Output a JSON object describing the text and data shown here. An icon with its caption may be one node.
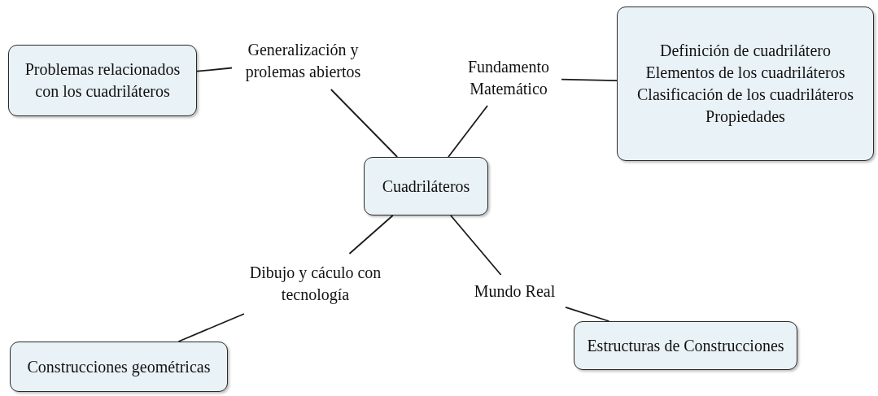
{
  "diagram": {
    "nodes": [
      {
        "text": [
          "Cuadriláteros"
        ]
      },
      {
        "text": [
          "Generalización y prolemas abiertos"
        ]
      },
      {
        "text": [
          "Fundamento Matemático"
        ]
      },
      {
        "text": [
          "Dibujo y cáculo con tecnología"
        ]
      },
      {
        "text": [
          "Mundo Real"
        ]
      },
      {
        "text": [
          "Problemas relacionados con los cuadriláteros"
        ]
      },
      {
        "text": [
          "Definición de cuadrilátero",
          "Elementos de los cuadriláteros",
          "Clasificación de los cuadriláteros",
          "Propiedades"
        ]
      },
      {
        "text": [
          "Estructuras de Construcciones"
        ]
      },
      {
        "text": [
          "Construcciones geométricas"
        ]
      }
    ],
    "edges": [
      {
        "from": 0,
        "to": 1,
        "arrow": "none"
      },
      {
        "from": 0,
        "to": 2,
        "arrow": "none"
      },
      {
        "from": 0,
        "to": 3,
        "arrow": "none"
      },
      {
        "from": 0,
        "to": 4,
        "arrow": "none"
      },
      {
        "from": 1,
        "to": 5,
        "arrow": "none"
      },
      {
        "from": 2,
        "to": 6,
        "arrow": "none"
      },
      {
        "from": 3,
        "to": 8,
        "arrow": "none"
      },
      {
        "from": 4,
        "to": 7,
        "arrow": "none"
      }
    ]
  }
}
